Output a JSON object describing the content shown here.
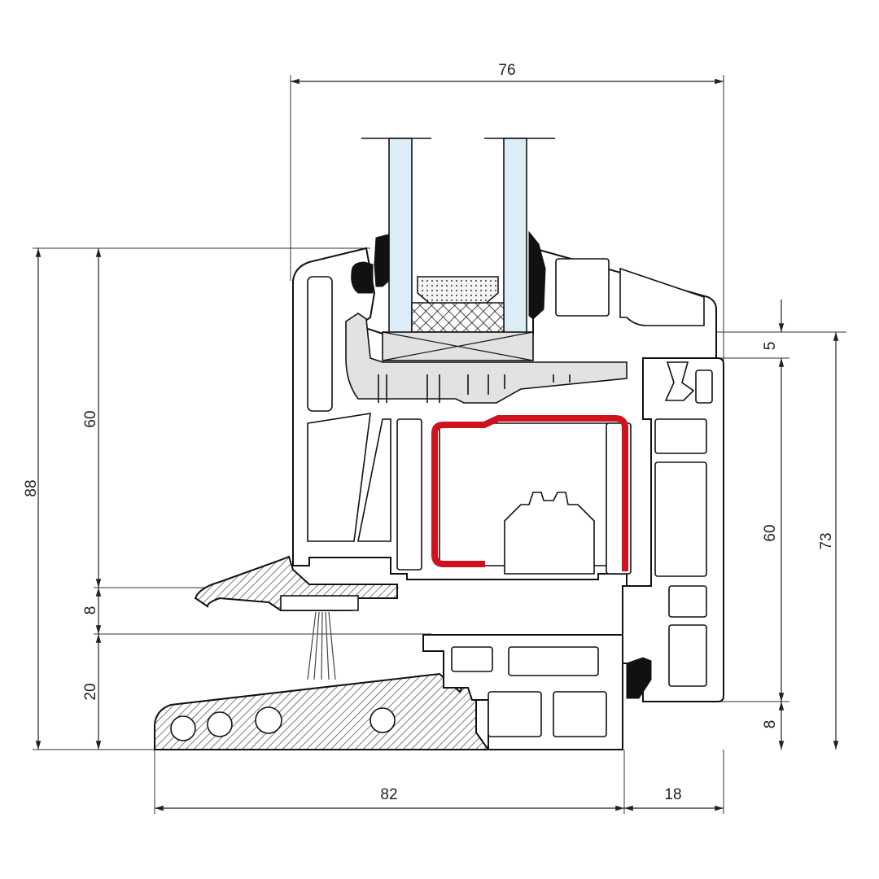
{
  "drawing": {
    "dimensions": {
      "total_width": "76",
      "total_height_left": "88",
      "sash_height_left": "60",
      "gap_left": "8",
      "sill_height_left": "20",
      "rebate_right": "5",
      "frame_height_right": "60",
      "overall_right": "73",
      "bottom_right": "8",
      "sill_width": "82",
      "frame_offset": "18"
    },
    "colors": {
      "reinforcement": "#d0121e",
      "glass": "#dcedf8",
      "insert": "#e2e2e2"
    }
  }
}
